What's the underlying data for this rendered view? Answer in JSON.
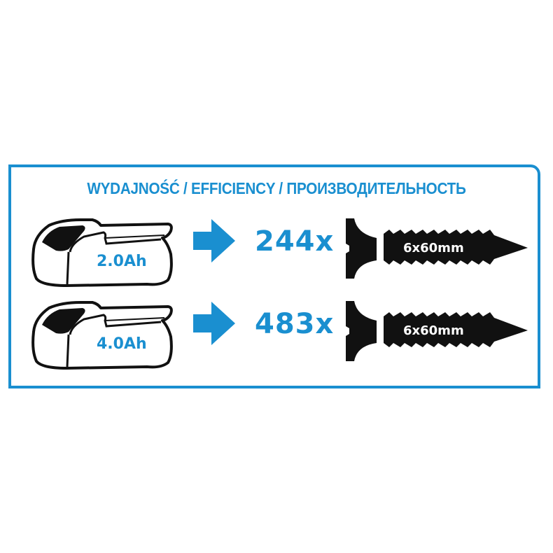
{
  "title": "WYDAJNOŚĆ / EFFICIENCY / ПРОИЗВОДИТЕЛЬНОСТЬ",
  "colors": {
    "accent": "#1a8fd0",
    "ink": "#111111"
  },
  "rows": [
    {
      "battery_label": "2.0Ah",
      "count": "244x",
      "screw_label": "6x60mm"
    },
    {
      "battery_label": "4.0Ah",
      "count": "483x",
      "screw_label": "6x60mm"
    }
  ]
}
